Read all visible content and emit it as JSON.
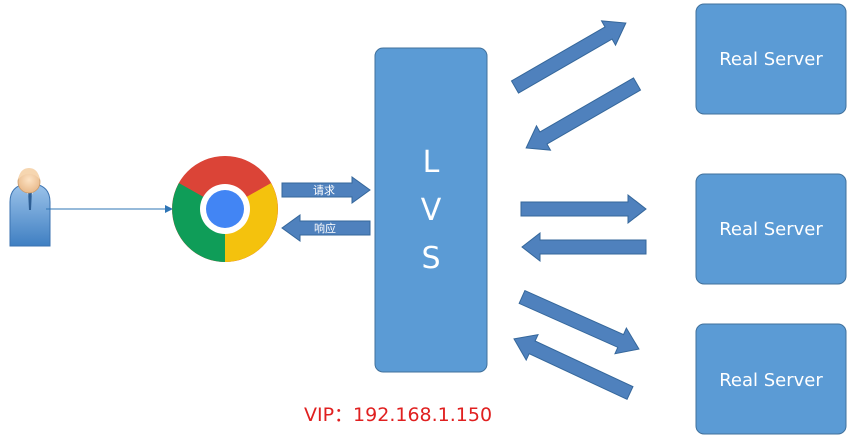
{
  "lvs": {
    "label_lines": [
      "L",
      "V",
      "S"
    ]
  },
  "arrows": {
    "request_label": "请求",
    "response_label": "响应"
  },
  "servers": [
    {
      "label": "Real Server"
    },
    {
      "label": "Real Server"
    },
    {
      "label": "Real Server"
    }
  ],
  "vip": {
    "text": "VIP：192.168.1.150"
  },
  "icons": {
    "user": "user-icon",
    "browser": "chrome-icon"
  },
  "colors": {
    "box_fill": "#5b9bd5",
    "box_stroke": "#41719c",
    "arrow_fill": "#4f81bd",
    "arrow_stroke": "#35679b",
    "vip_text": "#e02020",
    "thin_line": "#2e75b6"
  }
}
